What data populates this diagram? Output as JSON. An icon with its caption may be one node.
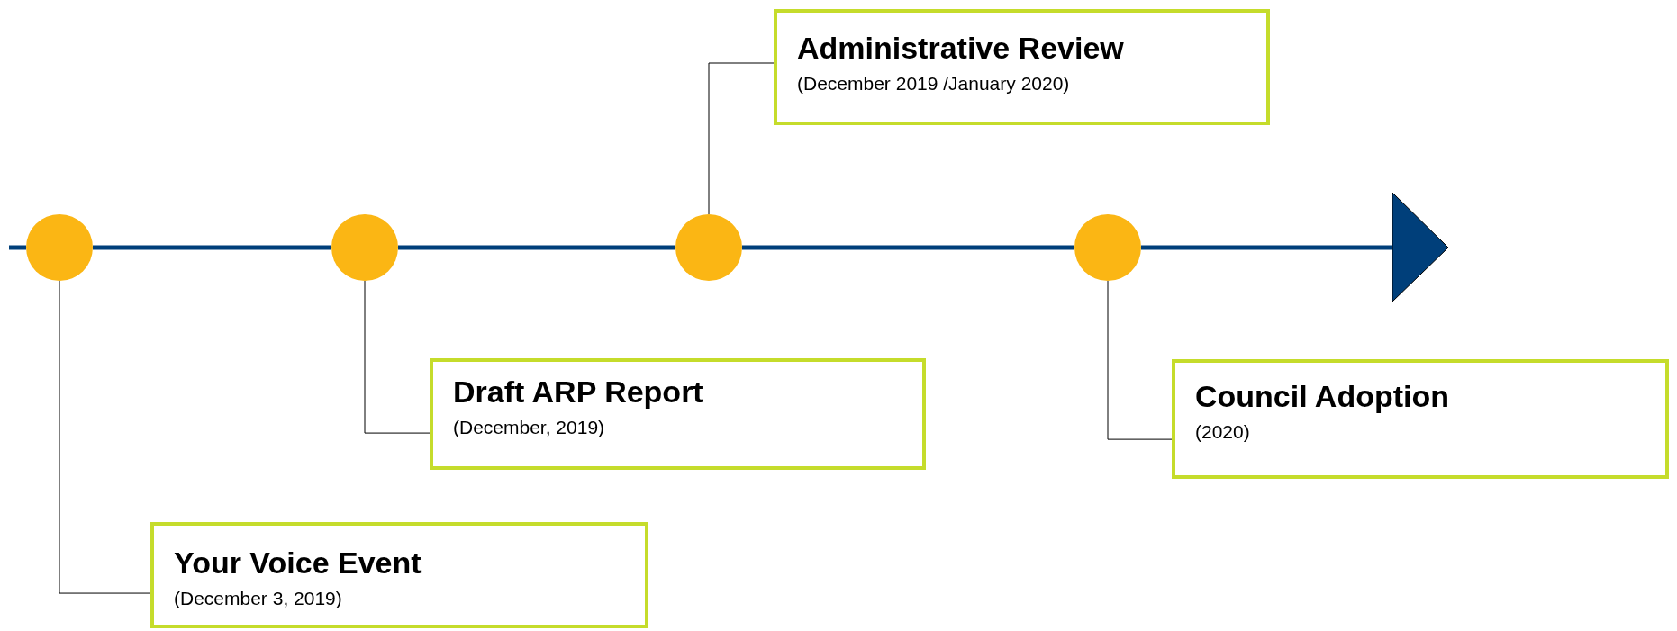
{
  "diagram": {
    "nodes": [
      {
        "text": [],
        "shape": "circle"
      },
      {
        "text": [],
        "shape": "circle"
      },
      {
        "text": [],
        "shape": "circle"
      },
      {
        "text": [],
        "shape": "circle"
      },
      {
        "text": [
          "Your Voice Event",
          "(December 3, 2019)"
        ]
      },
      {
        "text": [
          "Draft ARP Report",
          "(December, 2019)"
        ]
      },
      {
        "text": [
          "Administrative Review",
          "(December 2019 /January 2020)"
        ]
      },
      {
        "text": [
          "Council Adoption",
          "(2020)"
        ]
      }
    ],
    "edges": [
      {
        "from": null,
        "to": 0,
        "arrow": "none"
      },
      {
        "from": 0,
        "to": 1,
        "arrow": "none"
      },
      {
        "from": 1,
        "to": 2,
        "arrow": "none"
      },
      {
        "from": 2,
        "to": 3,
        "arrow": "none"
      },
      {
        "from": 3,
        "to": null,
        "arrow": "to"
      },
      {
        "from": 0,
        "to": 4,
        "arrow": "none",
        "color": "#000000"
      },
      {
        "from": 1,
        "to": 5,
        "arrow": "none",
        "color": "#000000"
      },
      {
        "from": 2,
        "to": 6,
        "arrow": "none",
        "color": "#000000"
      },
      {
        "from": 3,
        "to": 7,
        "arrow": "none",
        "color": "#000000"
      }
    ]
  }
}
